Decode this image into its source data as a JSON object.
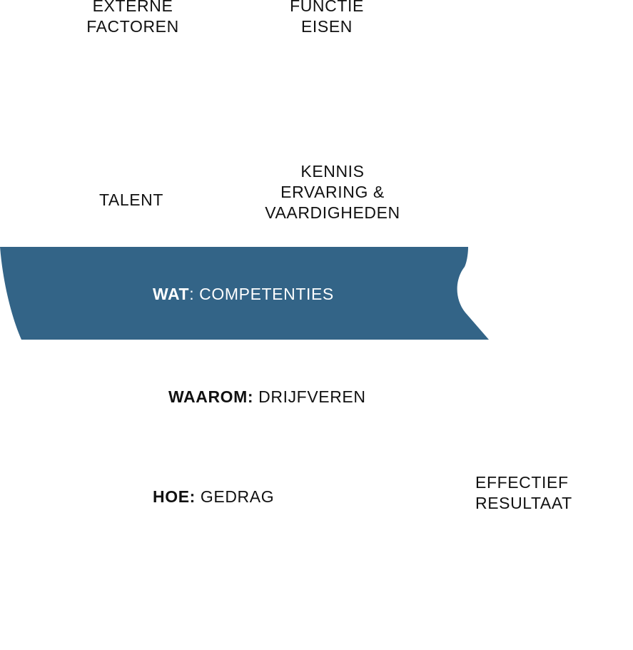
{
  "colors": {
    "banner_fill": "#336487",
    "banner_text": "#ffffff",
    "text": "#111111",
    "background": "#ffffff"
  },
  "labels": {
    "externe_factoren": [
      "EXTERNE",
      "FACTOREN"
    ],
    "functie_eisen": [
      "FUNCTIE",
      "EISEN"
    ],
    "talent": "TALENT",
    "kennis": [
      "KENNIS",
      "ERVARING &",
      "VAARDIGHEDEN"
    ],
    "wat": {
      "key": "WAT",
      "value": ": COMPETENTIES"
    },
    "waarom": {
      "key": "WAAROM:",
      "value": " DRIJFVEREN"
    },
    "hoe": {
      "key": "HOE:",
      "value": " GEDRAG"
    },
    "effectief_resultaat": [
      "EFFECTIEF",
      "RESULTAAT"
    ]
  }
}
